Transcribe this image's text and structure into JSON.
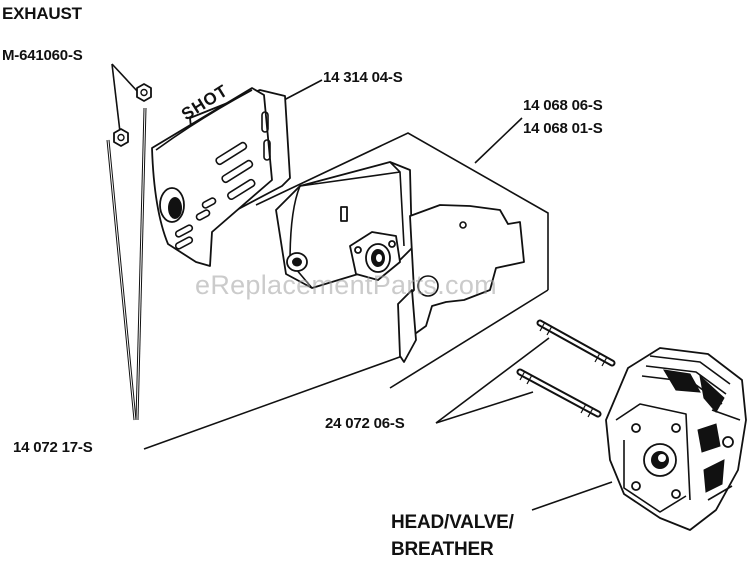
{
  "title": "EXHAUST",
  "watermark": "eReplacementParts.com",
  "parts": {
    "nut": "M-641060-S",
    "shield": "14 314 04-S",
    "muffler_a": "14 068 06-S",
    "muffler_b": "14 068 01-S",
    "stud": "14 072 17-S",
    "bolt": "24 072 06-S",
    "head_line1": "HEAD/VALVE/",
    "head_line2": "BREATHER"
  },
  "shield_logo": "SHOT"
}
